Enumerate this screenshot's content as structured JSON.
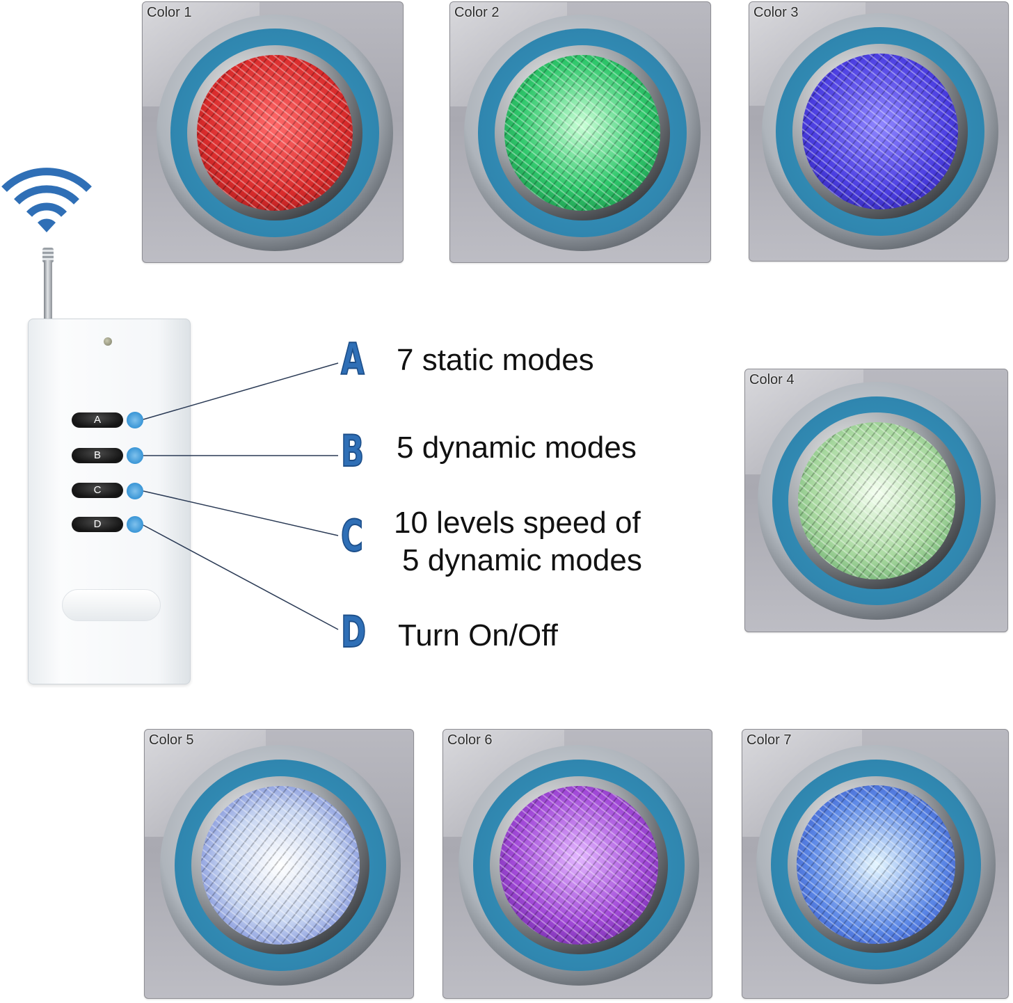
{
  "colors": {
    "led_dot": "#3b97d9",
    "letter_blue": "#2f6fb6",
    "lamp_ring_blue": "#2f86af",
    "lamp_faces": [
      "#d92b2b",
      "#2fc76b",
      "#4a3de0",
      "#a9d9a0",
      "#c8d6f2",
      "#a24ad8",
      "#5a86e6"
    ]
  },
  "tiles": [
    {
      "label": "Color 1"
    },
    {
      "label": "Color 2"
    },
    {
      "label": "Color 3"
    },
    {
      "label": "Color 4"
    },
    {
      "label": "Color 5"
    },
    {
      "label": "Color 6"
    },
    {
      "label": "Color 7"
    }
  ],
  "remote": {
    "buttons": [
      "A",
      "B",
      "C",
      "D"
    ]
  },
  "legend": [
    {
      "letter": "A",
      "text": "7 static modes"
    },
    {
      "letter": "B",
      "text": "5 dynamic modes"
    },
    {
      "letter": "C",
      "text_line1": "10 levels speed of",
      "text_line2": "5 dynamic modes"
    },
    {
      "letter": "D",
      "text": "Turn On/Off"
    }
  ],
  "icons": [
    "wifi-signal-icon",
    "antenna-icon"
  ]
}
